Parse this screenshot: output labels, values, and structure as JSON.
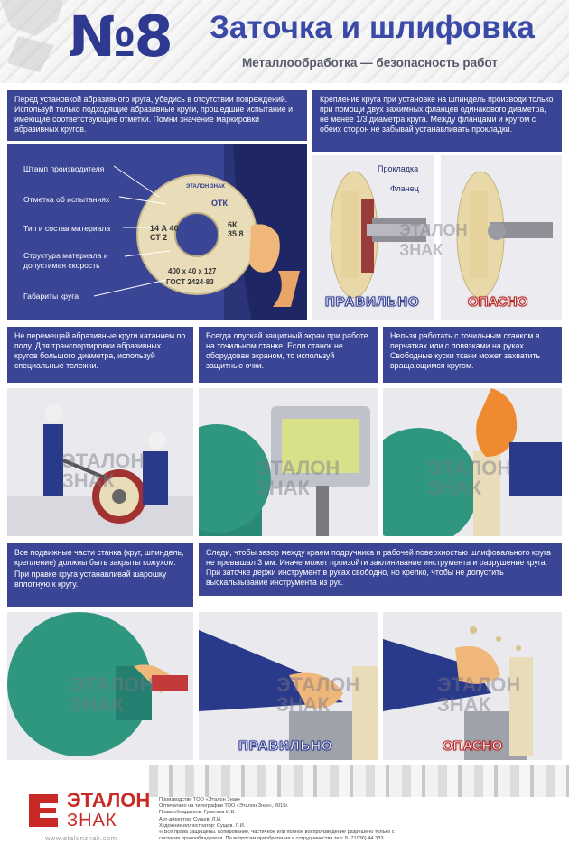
{
  "header": {
    "number": "№8",
    "title": "Заточка и шлифовка",
    "subtitle": "Металлообработка — безопасность работ"
  },
  "sections": {
    "s1_text": "Перед установкой абразивного круга, убедись в отсутствии повреждений. Используй только подходящие абразивные круги, прошедшие испытание и имеющие соответствующие отметки. Помни значение маркировки абразивных кругов.",
    "s2_text": "Крепление круга при установке на шпиндель производи только при помощи двух зажимных фланцев одинакового диаметра, не менее 1/3 диаметра круга. Между фланцами и кругом с обеих сторон не забывай устанавливать прокладки.",
    "s3_text": "Не перемещай абразивные круги катанием по полу. Для транспортировки абразивных кругов большого диаметра, используй специальные тележки.",
    "s4_text": "Всегда опускай защитный экран при работе на точильном станке. Если станок не оборудован экраном, то используй защитные очки.",
    "s5_text": "Нельзя работать с точильным станком в перчатках или с повязками на руках. Свободные куски ткани может захватить вращающимся кругом.",
    "s6_text_1": "Все подвижные части станка (круг, шпиндель, крепление) должны быть закрыты кожухом.",
    "s6_text_2": "При правке круга устанавливай шарошку вплотную к кругу.",
    "s7_text": "Следи, чтобы зазор между краем подручника и рабочей поверхностью шлифовального круга не превышал 3 мм. Иначе может произойти заклинивание инструмента и разрушение круга. При заточке держи инструмент в руках свободно, но крепко, чтобы не допустить выскальзывание инструмента из рук."
  },
  "legend": [
    "Штамп производителя",
    "Отметка об испытаниях",
    "Тип и состав материала",
    "Структура материала и допустимая скорость",
    "Габариты круга"
  ],
  "wheel_marks": {
    "stamp": "ЭТАЛОН ЗНАК",
    "test": "ОТК",
    "type": "14 А 40 СТ 2",
    "grade": "6К 35 8",
    "dims": "400 x 40 x 127",
    "gost": "ГОСТ 2424-83"
  },
  "flange_labels": {
    "gasket": "Прокладка",
    "flange": "Фланец"
  },
  "labels": {
    "right": "ПРАВИЛЬНО",
    "danger": "ОПАСНО"
  },
  "watermark": {
    "line1": "ЭТАЛОН",
    "line2": "ЗНАК"
  },
  "footer": {
    "brand_line1": "ЭТАЛОН",
    "brand_line2": "ЗНАК",
    "website": "www.etalonznak.com",
    "credits": [
      "Производство ТОО «Эталон Знак»",
      "Отпечатано на типографии ТОО «Эталон Знак», 2015г.",
      "Правообладатель: Гультяев И.В.",
      "Арт-директор: Сущев. Л.И.",
      "Художник-иллюстратор: Сущев. Л.И.",
      "© Все права защищены. Копирование, частичное или полное воспроизведение разрешено только с",
      "согласия правообладателя. По вопросам приобретения и сотрудничества тел: 8 (71036) 44 333"
    ]
  },
  "colors": {
    "primary": "#3a4596",
    "title": "#3a4aa6",
    "danger": "#c92a26",
    "machine": "#2a8a76"
  }
}
